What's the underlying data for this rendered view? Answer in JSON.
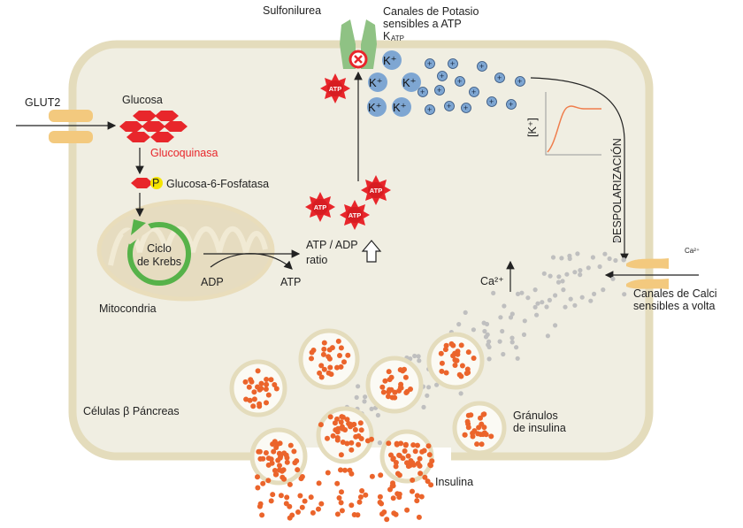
{
  "colors": {
    "cell_fill": "#f0eee2",
    "cell_border": "#e4dcbc",
    "channel": "#f3c97e",
    "glucose": "#e8262b",
    "phosphate": "#f5e400",
    "krebs_arrow": "#56b249",
    "atp_burst": "#e8262b",
    "atp_core": "#d71d22",
    "k_ion": "#7ea6d2",
    "insulin": "#eb642b",
    "calcium_dot": "#bfbfbf",
    "sulfonylurea_receptor": "#8fc284",
    "graph_curve": "#ef7d4c"
  },
  "labels": {
    "sulfonylurea": "Sulfonilurea",
    "katp_title_1": "Canales de Potasio",
    "katp_title_2": "sensibles a ATP",
    "katp_symbol": "K",
    "katp_sub": "ATP",
    "glut2": "GLUT2",
    "glucose": "Glucosa",
    "glucokinase": "Glucoquinasa",
    "phosphate": "P",
    "g6p": "Glucosa-6-Fosfatasa",
    "krebs_1": "Ciclo",
    "krebs_2": "de Krebs",
    "mitochondria": "Mitocondria",
    "adp_1": "ADP",
    "atp_1": "ATP",
    "atp_adp_1": "ATP / ADP",
    "atp_adp_2": "ratio",
    "atp_token": "ATP",
    "k_plus": "K⁺",
    "ion_plus": "+",
    "k_conc": "[K⁺]",
    "depolarization": "DESPOLARIZACIÓN",
    "ca_inside": "Ca²⁺",
    "ca_outside": "Ca²⁺",
    "ca_channel_1": "Canales de Calci",
    "ca_channel_2": "sensibles a volta",
    "cell_name": "Células β Páncreas",
    "granules_1": "Gránulos",
    "granules_2": "de insulina",
    "insulin": "Insulina"
  }
}
